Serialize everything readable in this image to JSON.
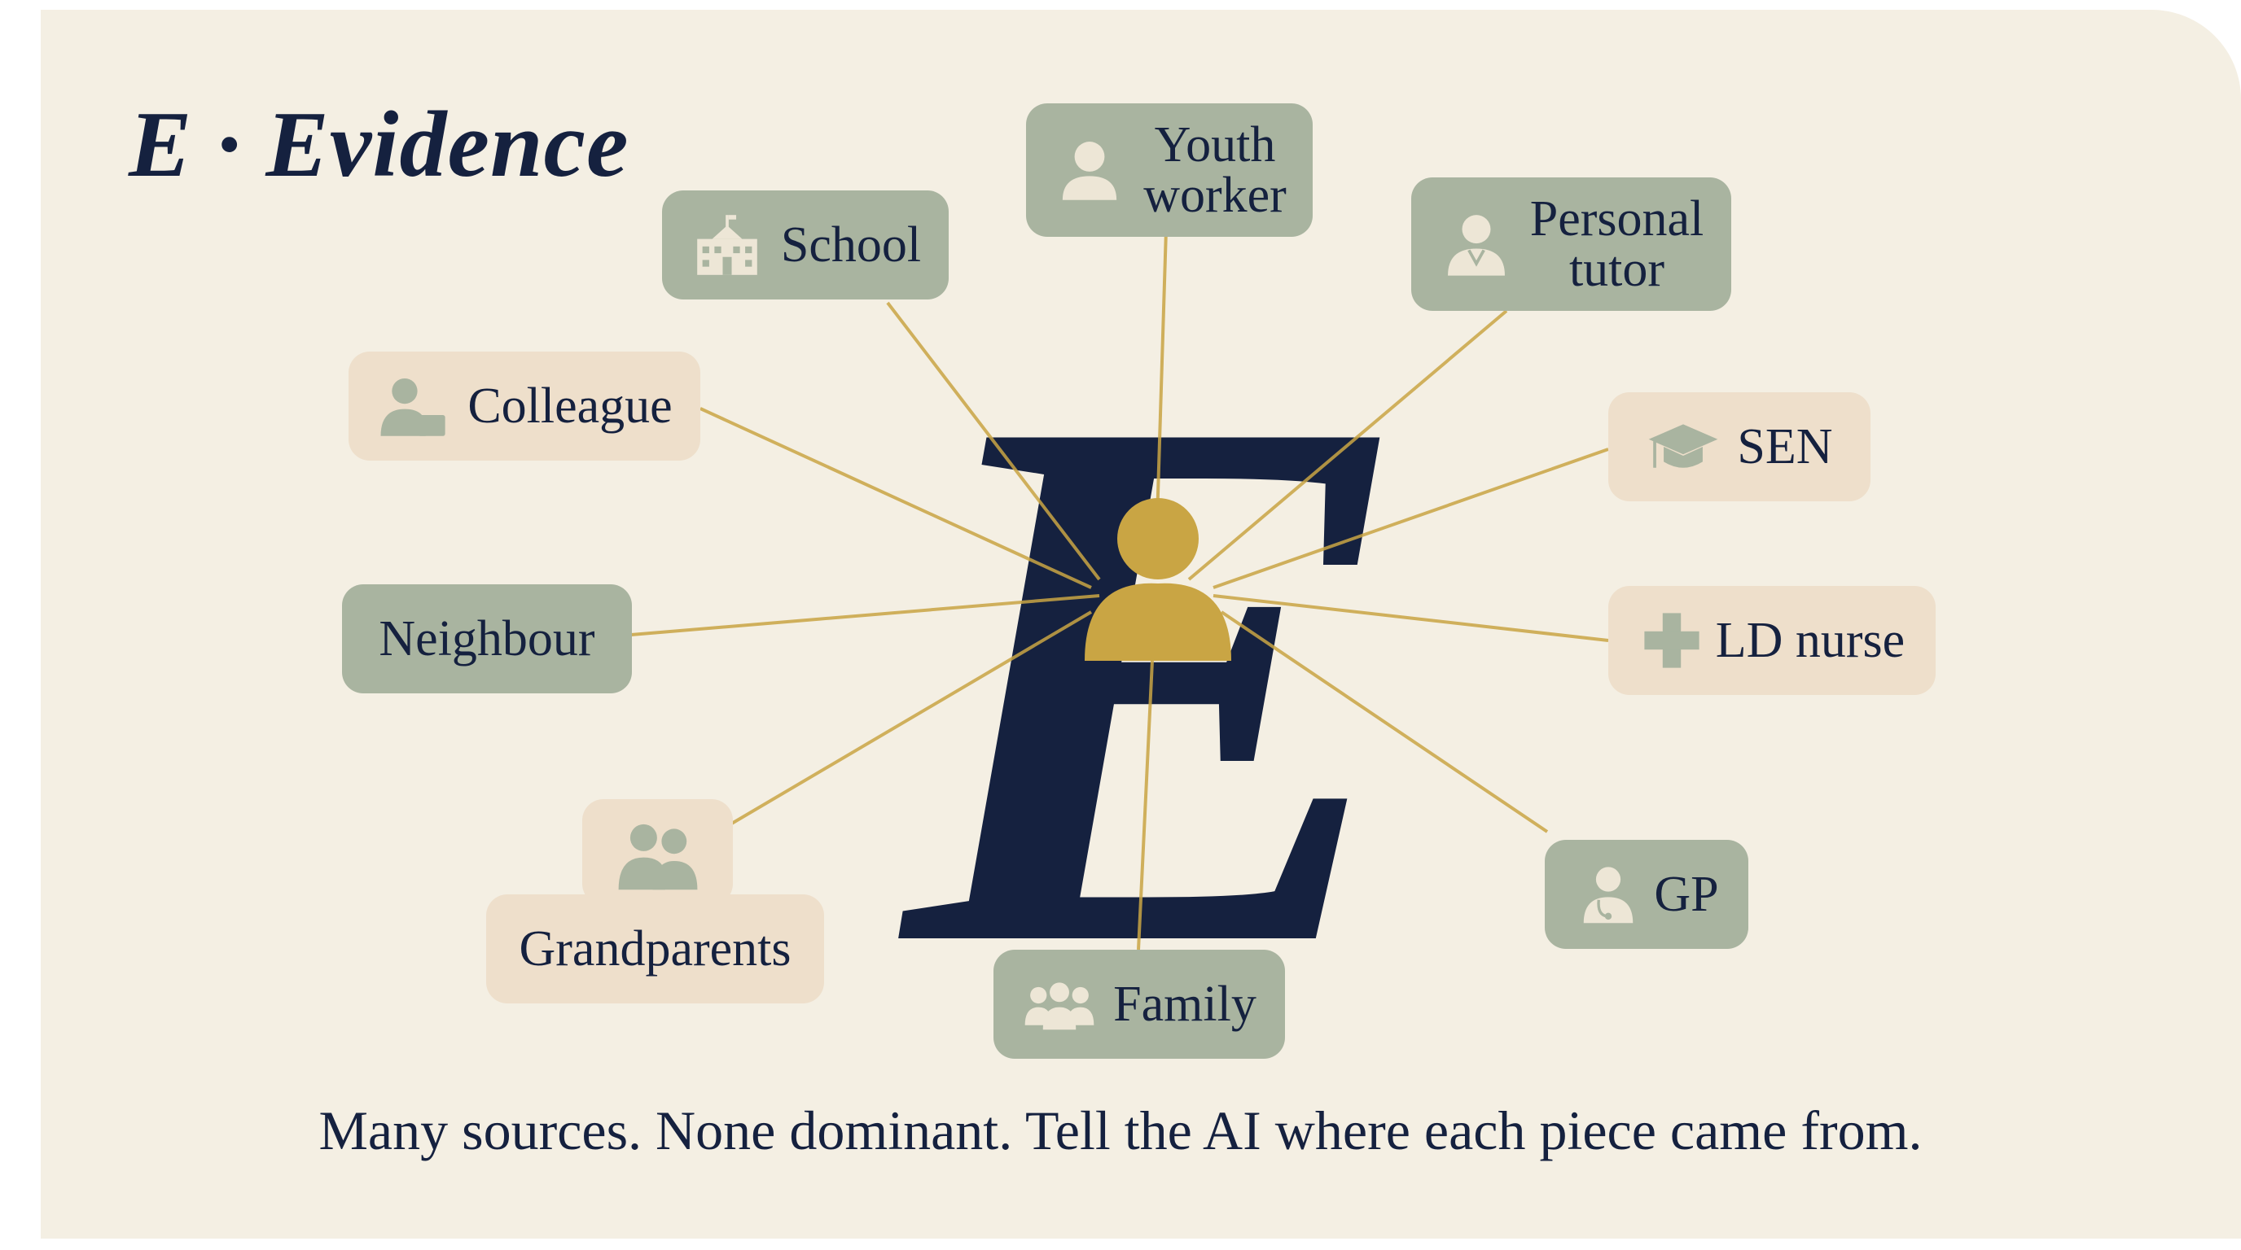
{
  "title": "E · Evidence",
  "center_letter": "E",
  "footer": "Many sources. None dominant. Tell the AI where each piece came from.",
  "colors": {
    "navy": "#15213f",
    "gold": "#c9a544",
    "sage": "#a9b4a0",
    "tan": "#eedfcb",
    "background": "#f4efe3"
  },
  "sources": [
    {
      "id": "school",
      "label": "School",
      "icon": "school-building-icon"
    },
    {
      "id": "youth-worker",
      "label": "Youth\nworker",
      "icon": "person-icon"
    },
    {
      "id": "personal-tutor",
      "label": "Personal\ntutor",
      "icon": "tutor-icon"
    },
    {
      "id": "colleague",
      "label": "Colleague",
      "icon": "colleague-icon"
    },
    {
      "id": "sen",
      "label": "SEN",
      "icon": "graduation-cap-icon"
    },
    {
      "id": "neighbour",
      "label": "Neighbour",
      "icon": ""
    },
    {
      "id": "ld-nurse",
      "label": "LD nurse",
      "icon": "medical-cross-icon"
    },
    {
      "id": "grandparents",
      "label": "Grandparents",
      "icon": "grandparents-icon"
    },
    {
      "id": "gp",
      "label": "GP",
      "icon": "doctor-icon"
    },
    {
      "id": "family",
      "label": "Family",
      "icon": "family-icon"
    }
  ]
}
